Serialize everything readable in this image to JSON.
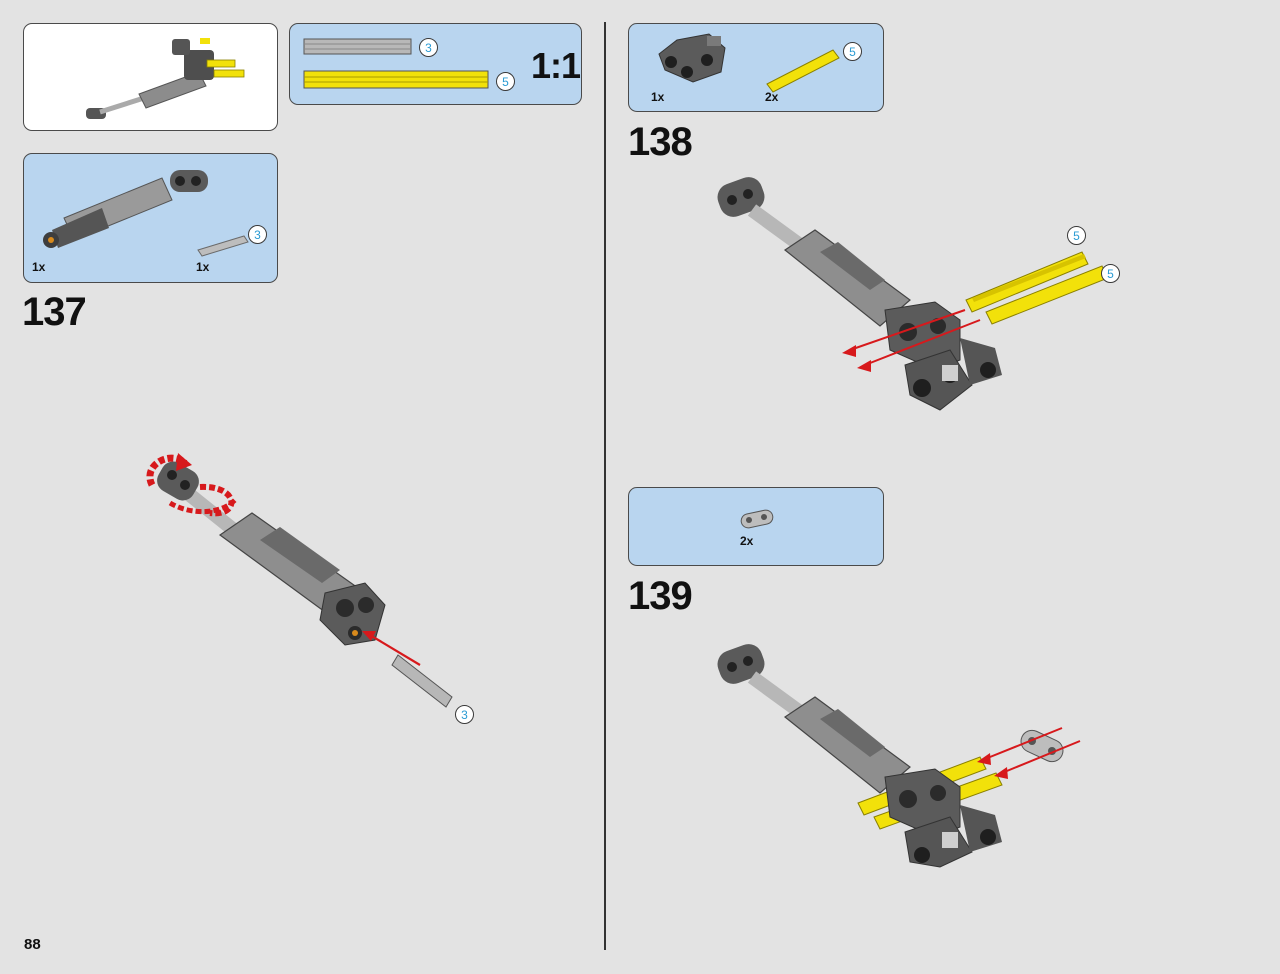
{
  "page": {
    "number": "88"
  },
  "subassembly_box": {
    "kind": "sub-model-preview"
  },
  "ruler_box": {
    "scale": "1:1",
    "rulers": [
      {
        "badge": "3",
        "color": "#b8b8b8"
      },
      {
        "badge": "5",
        "color": "#f2e10a"
      }
    ]
  },
  "steps": [
    {
      "number": "137",
      "parts": [
        {
          "qty": "1x",
          "part": "shock-absorber"
        },
        {
          "qty": "1x",
          "part": "axle",
          "badge": "3"
        }
      ],
      "callouts": [
        {
          "badge": "3"
        }
      ]
    },
    {
      "number": "138",
      "parts": [
        {
          "qty": "1x",
          "part": "connector"
        },
        {
          "qty": "2x",
          "part": "axle",
          "badge": "5"
        }
      ],
      "callouts": [
        {
          "badge": "5"
        },
        {
          "badge": "5"
        }
      ]
    },
    {
      "number": "139",
      "parts": [
        {
          "qty": "2x",
          "part": "liftarm"
        }
      ]
    }
  ],
  "colors": {
    "panel_blue": "#b9d5ef",
    "axle_yellow": "#f2e10a",
    "arrow_red": "#d7191c",
    "dark_gray": "#5b5b5b",
    "badge_number": "#2a9bd3"
  }
}
